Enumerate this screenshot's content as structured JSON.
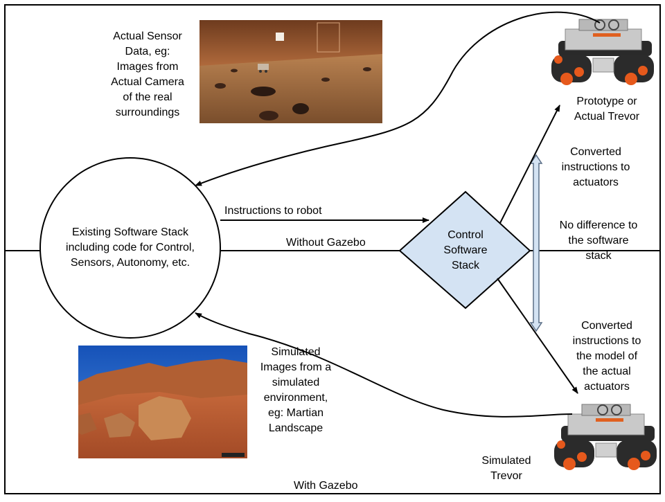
{
  "colors": {
    "line": "#000000",
    "diamond_fill": "#d4e3f3",
    "double_arrow_fill": "#d4e3f3",
    "double_arrow_stroke": "#5a6e86"
  },
  "labels": {
    "actual_sensor": [
      "Actual Sensor",
      "Data, eg:",
      "Images from",
      "Actual Camera",
      "of the real",
      "surroundings"
    ],
    "prototype": [
      "Prototype or",
      "Actual Trevor"
    ],
    "converted_actuators": [
      "Converted",
      "instructions to",
      "actuators"
    ],
    "no_difference": [
      "No difference to",
      "the software",
      "stack"
    ],
    "instructions_to_robot": "Instructions to robot",
    "without_gazebo": "Without Gazebo",
    "with_gazebo": "With Gazebo",
    "existing_stack": [
      "Existing Software Stack",
      "including code for Control,",
      "Sensors, Autonomy, etc."
    ],
    "control_stack": [
      "Control",
      "Software",
      "Stack"
    ],
    "converted_model": [
      "Converted",
      "instructions to",
      "the model of",
      "the actual",
      "actuators"
    ],
    "simulated_images": [
      "Simulated",
      "Images from a",
      "simulated",
      "environment,",
      "eg: Martian",
      "Landscape"
    ],
    "simulated_trevor": [
      "Simulated",
      "Trevor"
    ]
  },
  "images": {
    "mars_photo": "mars-surface-photo",
    "desert_photo": "martian-landscape-photo",
    "robot_top": "tracked-rover-robot",
    "robot_bottom": "tracked-rover-robot"
  }
}
